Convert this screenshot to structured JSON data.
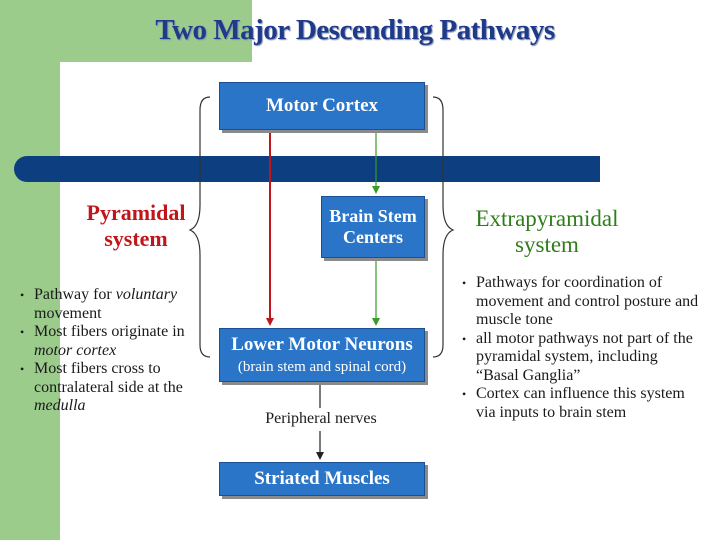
{
  "title": "Two Major Descending Pathways",
  "boxes": {
    "motor_cortex": "Motor Cortex",
    "brain_stem_line1": "Brain Stem",
    "brain_stem_line2": "Centers",
    "lower_motor_line1": "Lower Motor Neurons",
    "lower_motor_line2": "(brain stem and spinal cord)",
    "striated_muscles": "Striated Muscles"
  },
  "peripheral_label": "Peripheral nerves",
  "pyramidal": {
    "title_line1": "Pyramidal",
    "title_line2": "system",
    "bullets": [
      {
        "pre": "Pathway for ",
        "em": "voluntary",
        "post": " movement"
      },
      {
        "pre": "Most fibers originate in ",
        "em": "motor cortex",
        "post": ""
      },
      {
        "pre": "Most fibers cross to contralateral side at the ",
        "em": "medulla",
        "post": ""
      }
    ]
  },
  "extrapyramidal": {
    "title_line1": "Extrapyramidal",
    "title_line2": "system",
    "bullets": [
      "Pathways for coordination of movement and control posture and muscle tone",
      "all motor pathways not part of the pyramidal system, including “Basal Ganglia”",
      "Cortex can influence this system via inputs to brain stem"
    ]
  },
  "colors": {
    "box_blue": "#2a75c8",
    "band_navy": "#0d3e80",
    "title_blue": "#1f3a8a",
    "pyramidal_red": "#c0161b",
    "extrapyramidal_green": "#2e7d1a",
    "background_green": "#9ccc8c"
  }
}
